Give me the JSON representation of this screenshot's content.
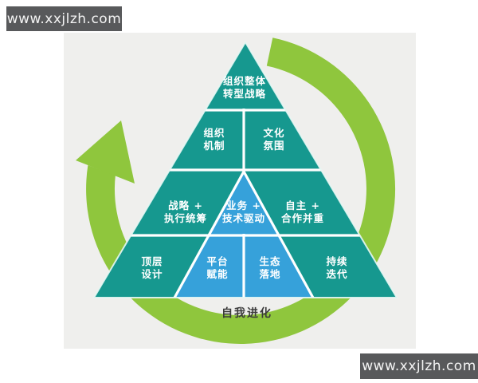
{
  "watermarks": {
    "top_left": "www.xxjlzh.com",
    "bottom_right": "www.xxjlzh.com"
  },
  "pyramid": {
    "tier1": {
      "line1": "组织整体",
      "line2": "转型战略"
    },
    "tier2_left": {
      "line1": "组织",
      "line2": "机制"
    },
    "tier2_right": {
      "line1": "文化",
      "line2": "氛围"
    },
    "tier3_left": {
      "line1": "战略 +",
      "line2": "执行统筹"
    },
    "tier3_center": {
      "line1": "业务 +",
      "line2": "技术驱动"
    },
    "tier3_right": {
      "line1": "自主 +",
      "line2": "合作并重"
    },
    "tier4_cell1": {
      "line1": "顶层",
      "line2": "设计"
    },
    "tier4_cell2": {
      "line1": "平台",
      "line2": "赋能"
    },
    "tier4_cell3": {
      "line1": "生态",
      "line2": "落地"
    },
    "tier4_cell4": {
      "line1": "持续",
      "line2": "迭代"
    }
  },
  "cycle": {
    "label": "自我进化"
  },
  "colors": {
    "teal": "#16988F",
    "blue": "#36A1DA",
    "green": "#8FC63D",
    "background": "#EFEFED",
    "divider": "#FFFFFF",
    "outline": "#E7F7F4",
    "watermark_bg": "#58595B",
    "watermark_text": "#F4F4F4",
    "label_text": "#FFFFFF",
    "cycle_text": "#3B3B3B"
  }
}
